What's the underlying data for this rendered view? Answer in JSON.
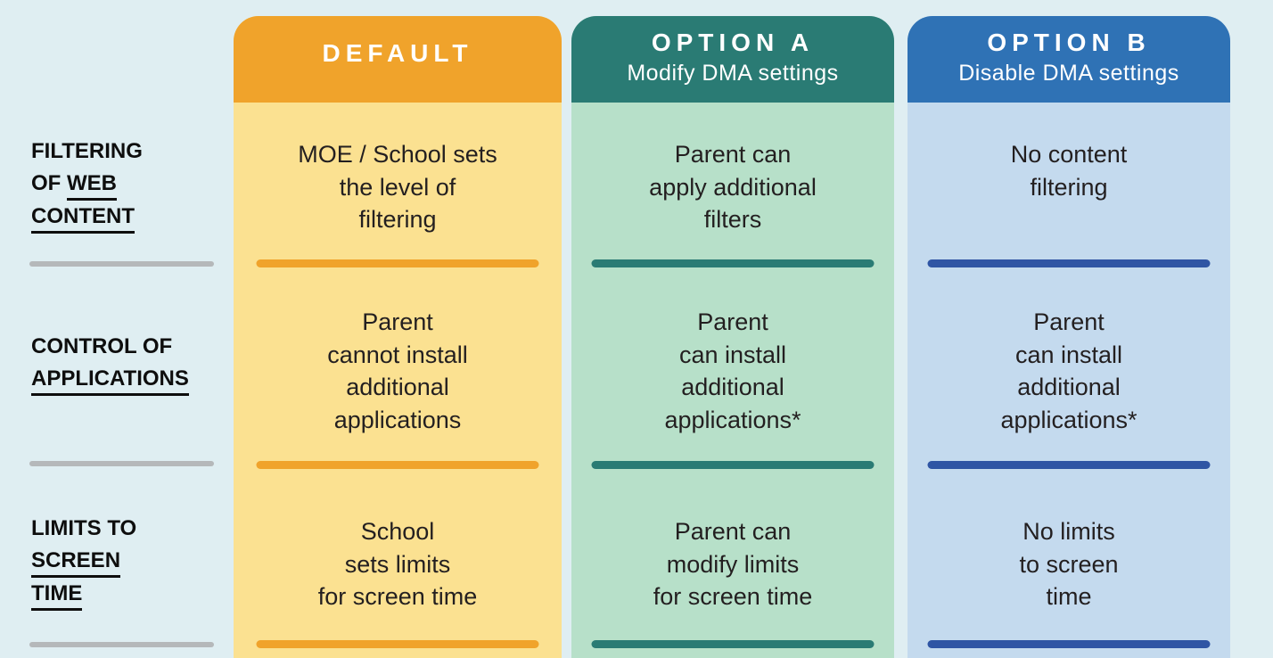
{
  "page": {
    "background_color": "#DFEEF2",
    "row_divider_color": "#B5B8BA",
    "body_text_color": "#231F20"
  },
  "row_labels": [
    {
      "line1": "FILTERING",
      "line2_plain": "OF ",
      "line2_underlined": "WEB",
      "line3_underlined": "CONTENT"
    },
    {
      "line1": "CONTROL OF",
      "line2_underlined": "APPLICATIONS"
    },
    {
      "line1": "LIMITS TO",
      "line2_underlined": "SCREEN",
      "line3_underlined": "TIME"
    }
  ],
  "columns": [
    {
      "id": "default",
      "title": "DEFAULT",
      "header_color": "#F0A32B",
      "body_color": "#FBE191",
      "divider_color": "#F0A32B",
      "cells": [
        "MOE / School sets\nthe level of\nfiltering",
        "Parent\ncannot install\nadditional\napplications",
        "School\nsets limits\nfor screen time"
      ]
    },
    {
      "id": "option-a",
      "title": "OPTION A",
      "subtitle": "Modify DMA settings",
      "header_color": "#2A7B74",
      "body_color": "#B7E0C9",
      "divider_color": "#2A7B74",
      "cells": [
        "Parent can\napply additional\nfilters",
        "Parent\ncan install\nadditional\napplications*",
        "Parent can\nmodify limits\nfor screen time"
      ]
    },
    {
      "id": "option-b",
      "title": "OPTION B",
      "subtitle": "Disable DMA settings",
      "header_color": "#2F72B5",
      "body_color": "#C4DAEE",
      "divider_color": "#2F55A4",
      "cells": [
        "No content\nfiltering",
        "Parent\ncan install\nadditional\napplications*",
        "No limits\nto screen\ntime"
      ]
    }
  ]
}
